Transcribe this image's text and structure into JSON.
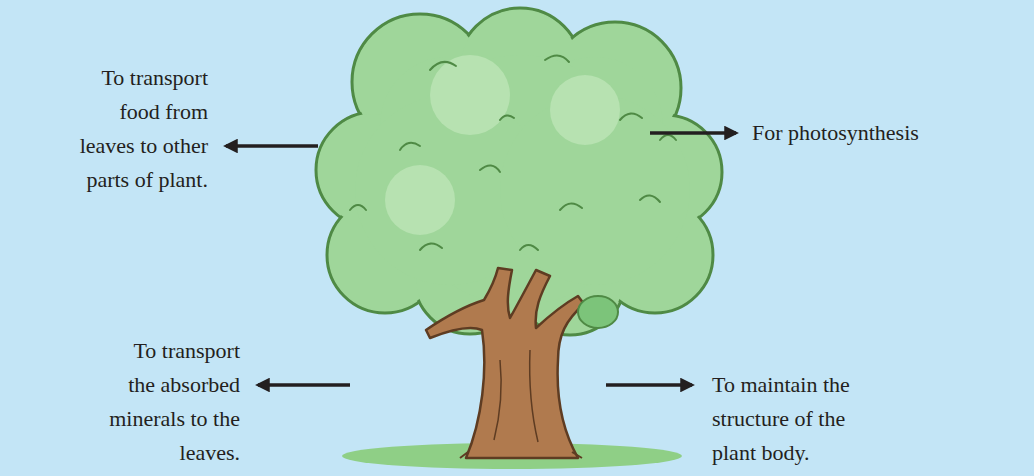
{
  "diagram": {
    "labels": [
      "To transport food from leaves to other parts of plant.",
      "For photosynthesis",
      "To transport the absorbed minerals to the leaves.",
      "To maintain the structure of the plant body."
    ]
  }
}
